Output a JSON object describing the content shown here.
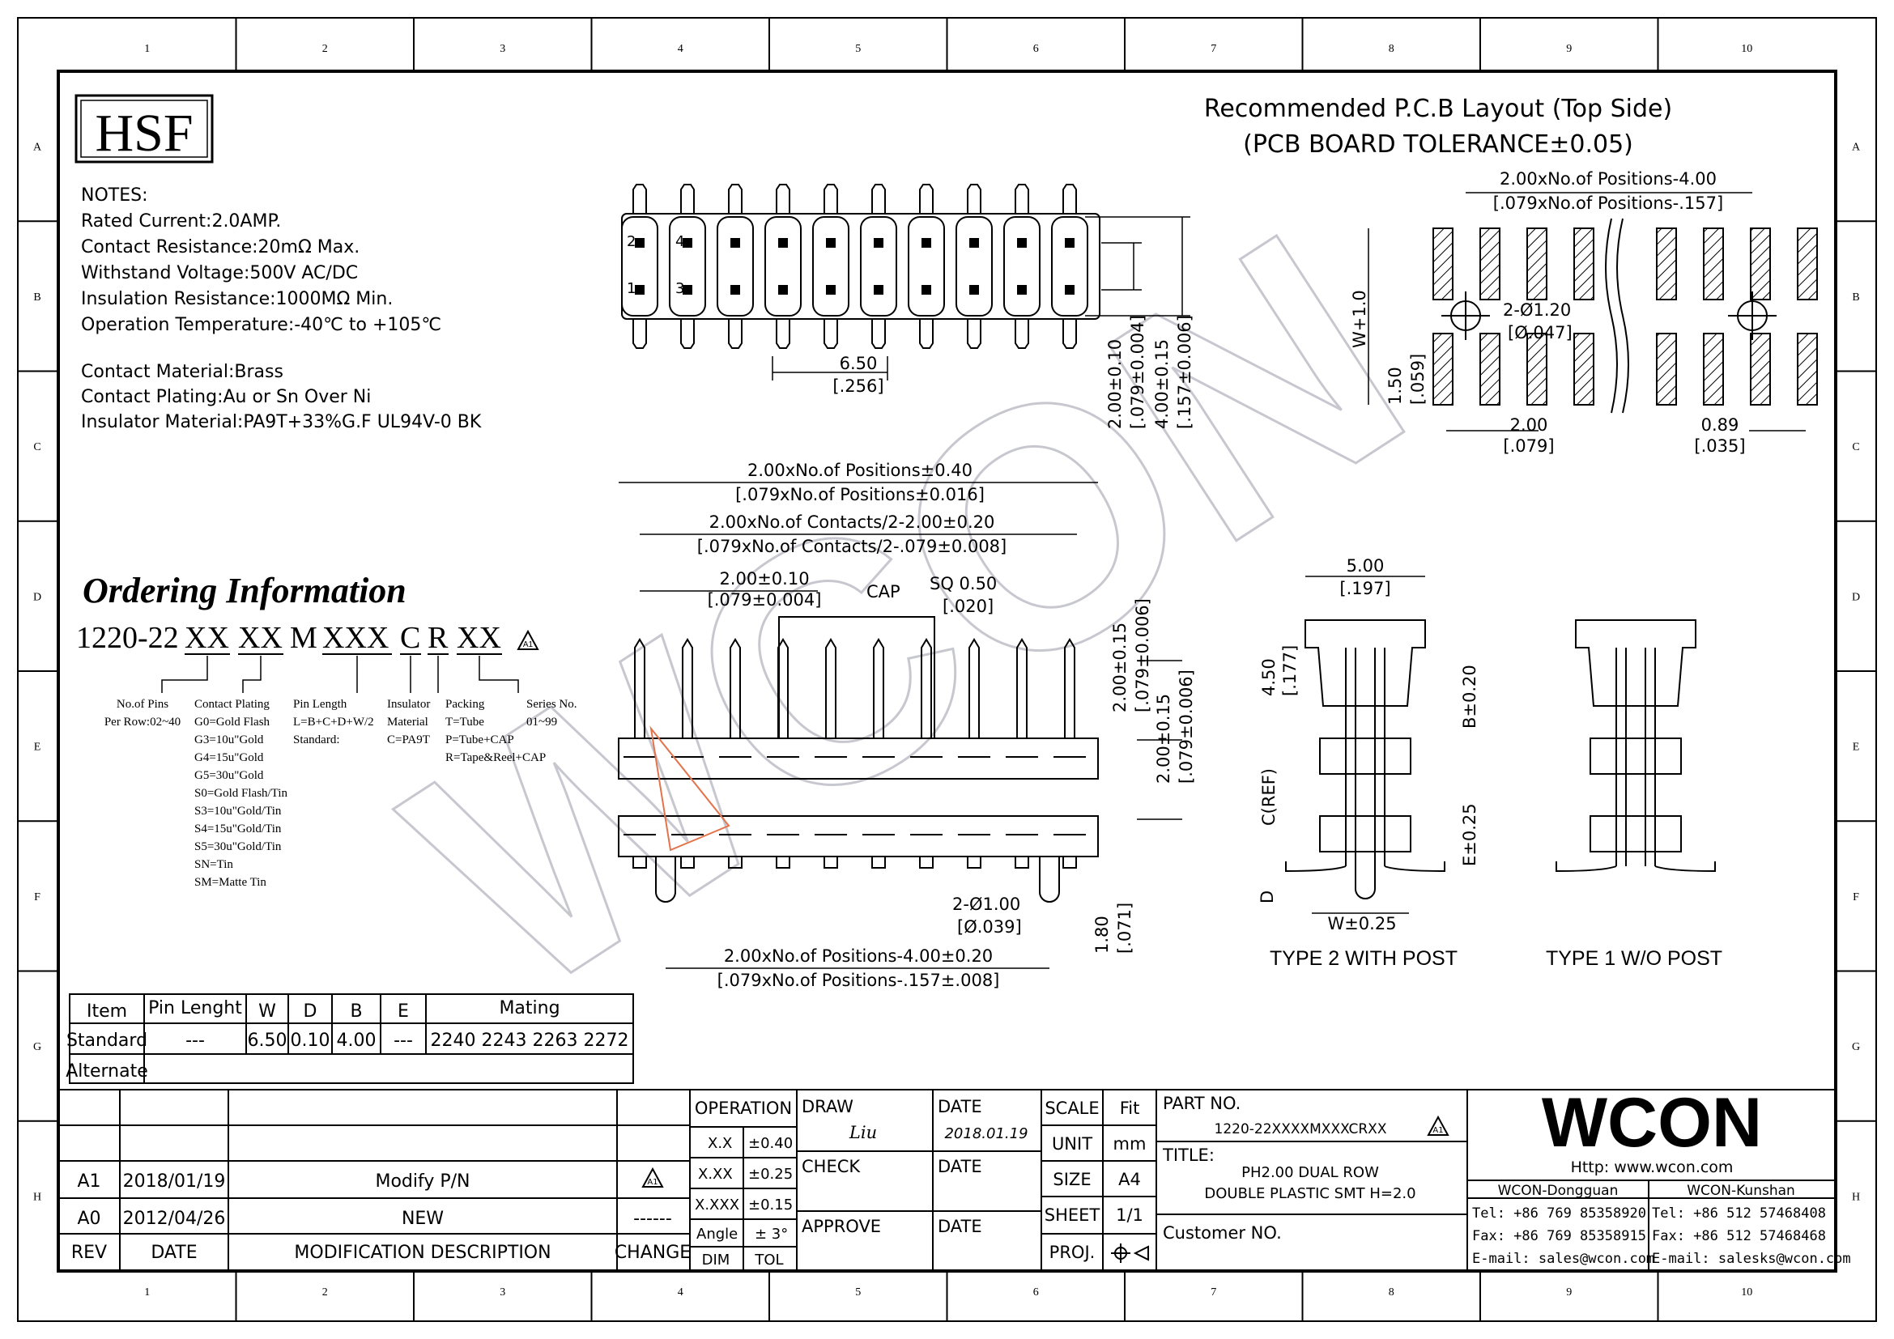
{
  "frame": {
    "col_labels": [
      "1",
      "2",
      "3",
      "4",
      "5",
      "6",
      "7",
      "8",
      "9",
      "10"
    ],
    "row_labels": [
      "A",
      "B",
      "C",
      "D",
      "E",
      "F",
      "G",
      "H"
    ]
  },
  "logo": "HSF",
  "notes": {
    "title": "NOTES:",
    "lines": [
      "Rated Current:2.0AMP.",
      "Contact Resistance:20mΩ Max.",
      "Withstand Voltage:500V AC/DC",
      "Insulation Resistance:1000MΩ Min.",
      "Operation Temperature:-40℃ to +105℃",
      "Contact Material:Brass",
      "Contact Plating:Au or Sn Over Ni",
      "Insulator Material:PA9T+33%G.F UL94V-0 BK"
    ]
  },
  "ordering": {
    "title": "Ordering Information",
    "prefix": "1220-22",
    "code_parts": [
      "XX",
      "XX",
      "M",
      "XXX",
      "C",
      "R",
      "XX",
      "A1"
    ],
    "columns": [
      {
        "lines": [
          "No.of Pins",
          "Per Row:02~40"
        ]
      },
      {
        "lines": [
          "Contact Plating",
          "G0=Gold Flash",
          "G3=10u\"Gold",
          "G4=15u\"Gold",
          "G5=30u\"Gold",
          "S0=Gold Flash/Tin",
          "S3=10u\"Gold/Tin",
          "S4=15u\"Gold/Tin",
          "S5=30u\"Gold/Tin",
          "SN=Tin",
          "SM=Matte Tin"
        ]
      },
      {
        "lines": [
          "Pin Length",
          "L=B+C+D+W/2",
          "Standard:"
        ]
      },
      {
        "lines": [
          "Insulator",
          "Material",
          "C=PA9T"
        ]
      },
      {
        "lines": [
          "Packing",
          "T=Tube",
          "P=Tube+CAP",
          "R=Tape&Reel+CAP"
        ]
      },
      {
        "lines": [
          "Series No.",
          "01~99"
        ]
      }
    ]
  },
  "top_view": {
    "pin_labels": [
      "2",
      "1",
      "4",
      "3"
    ],
    "dims": [
      "6.50",
      "[.256]",
      "2.00±0.10",
      "[.079±0.004]",
      "4.00±0.15",
      "[.157±0.006]"
    ]
  },
  "side_view": {
    "dims": [
      "2.00xNo.of Positions±0.40",
      "[.079xNo.of Positions±0.016]",
      "2.00xNo.of Contacts/2-2.00±0.20",
      "[.079xNo.of Contacts/2-.079±0.008]",
      "2.00±0.10",
      "[.079±0.004]",
      "CAP",
      "SQ 0.50",
      "[.020]",
      "2.00±0.15",
      "[.079±0.006]",
      "2.00±0.15",
      "[.079±0.006]",
      "2-Ø1.00",
      "[Ø.039]",
      "1.80",
      "[.071]",
      "2.00xNo.of Positions-4.00±0.20",
      "[.079xNo.of Positions-.157±.008]"
    ]
  },
  "pcb": {
    "title": "Recommended P.C.B Layout (Top Side)",
    "subtitle": "(PCB BOARD TOLERANCE±0.05)",
    "dims": [
      "2.00xNo.of Positions-4.00",
      "[.079xNo.of Positions-.157]",
      "2-Ø1.20",
      "[Ø.047]",
      "W+1.0",
      "1.50",
      "[.059]",
      "2.00",
      "[.079]",
      "0.89",
      "[.035]"
    ]
  },
  "type_views": {
    "type2_label": "TYPE 2 WITH POST",
    "type1_label": "TYPE 1 W/O POST",
    "dims": [
      "5.00",
      "[.197]",
      "4.50",
      "[.177]",
      "B±0.20",
      "C(REF)",
      "E±0.25",
      "D",
      "W±0.25"
    ]
  },
  "spec_table": {
    "headers": [
      "Item",
      "Pin Lenght",
      "W",
      "D",
      "B",
      "E",
      "Mating"
    ],
    "rows": [
      [
        "Standard",
        "---",
        "6.50",
        "0.10",
        "4.00",
        "---",
        "2240  2243  2263  2272"
      ],
      [
        "Alternate",
        "",
        "",
        "",
        "",
        "",
        ""
      ]
    ]
  },
  "revision": {
    "rows": [
      {
        "rev": "A1",
        "date": "2018/01/19",
        "desc": "Modify P/N",
        "change": "A1"
      },
      {
        "rev": "A0",
        "date": "2012/04/26",
        "desc": "NEW",
        "change": "------"
      }
    ],
    "headers": {
      "rev": "REV",
      "date": "DATE",
      "desc": "MODIFICATION  DESCRIPTION",
      "change": "CHANGE"
    }
  },
  "tolerance": {
    "title": "OPERATION",
    "rows": [
      [
        "X.X",
        "±0.40"
      ],
      [
        "X.XX",
        "±0.25"
      ],
      [
        "X.XXX",
        "±0.15"
      ],
      [
        "Angle",
        "± 3°"
      ]
    ],
    "footer": [
      "DIM",
      "TOL"
    ]
  },
  "approvals": {
    "draw_label": "DRAW",
    "draw_sign": "Liu",
    "draw_date_label": "DATE",
    "draw_date": "2018.01.19",
    "check_label": "CHECK",
    "check_date_label": "DATE",
    "approve_label": "APPROVE",
    "approve_date_label": "DATE"
  },
  "sheet_info": {
    "scale_label": "SCALE",
    "scale": "Fit",
    "unit_label": "UNIT",
    "unit": "mm",
    "size_label": "SIZE",
    "size": "A4",
    "sheet_label": "SHEET",
    "sheet": "1/1",
    "proj_label": "PROJ."
  },
  "part": {
    "part_no_label": "PART  NO.",
    "part_no": "1220-22XXXXMXXXCRXX",
    "rev_mark": "A1",
    "title_label": "TITLE:",
    "title_lines": [
      "PH2.00 DUAL ROW",
      "DOUBLE PLASTIC SMT H=2.0"
    ],
    "customer_label": "Customer  NO."
  },
  "company": {
    "brand": "WCON",
    "url": "Http: www.wcon.com",
    "dongguan": {
      "name": "WCON-Dongguan",
      "tel": "Tel: +86 769 85358920",
      "fax": "Fax: +86 769 85358915",
      "email": "E-mail: sales@wcon.com"
    },
    "kunshan": {
      "name": "WCON-Kunshan",
      "tel": "Tel: +86 512 57468408",
      "fax": "Fax: +86 512 57468468",
      "email": "E-mail: salesks@wcon.com"
    }
  },
  "watermark": "WCON",
  "colors": {
    "ink": "#000000",
    "paper": "#ffffff",
    "watermark": "#b9b9c4",
    "accent": "#e2734a",
    "hatch": "#000000"
  }
}
